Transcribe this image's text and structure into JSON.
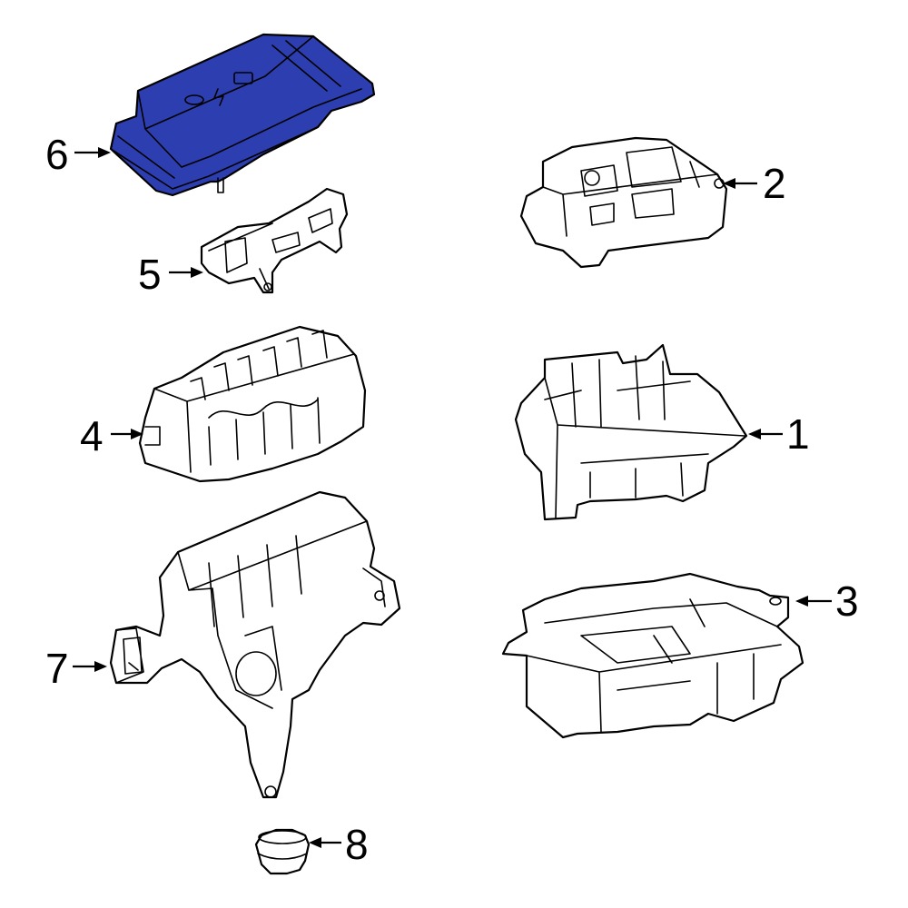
{
  "highlight_color": "#2d3fb0",
  "line_color": "#000000",
  "callouts": [
    {
      "number": "1",
      "part_icon": "fuse-box-bracket-icon"
    },
    {
      "number": "2",
      "part_icon": "fuse-box-upper-cover-icon"
    },
    {
      "number": "3",
      "part_icon": "fuse-box-tray-icon"
    },
    {
      "number": "4",
      "part_icon": "fuse-relay-block-icon"
    },
    {
      "number": "5",
      "part_icon": "fuse-box-retainer-icon"
    },
    {
      "number": "6",
      "part_icon": "fuse-box-cover-icon"
    },
    {
      "number": "7",
      "part_icon": "fuse-box-housing-icon"
    },
    {
      "number": "8",
      "part_icon": "grommet-icon"
    }
  ]
}
